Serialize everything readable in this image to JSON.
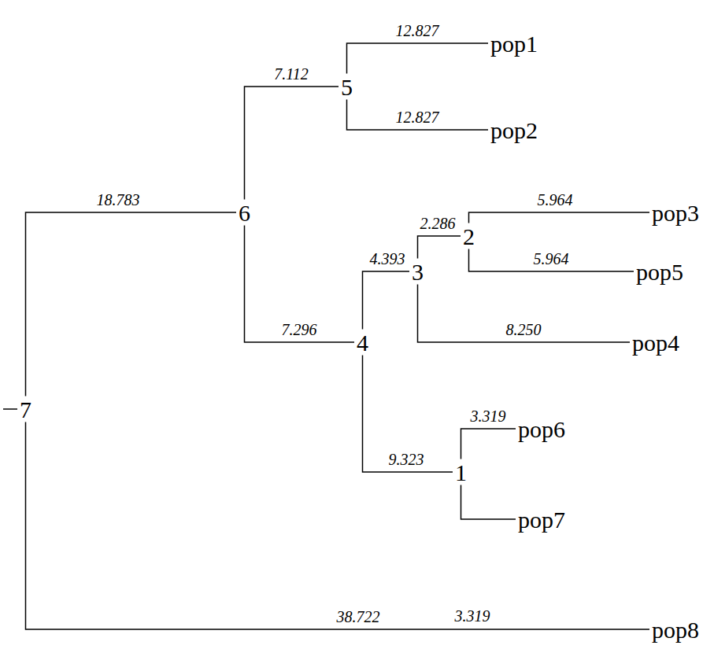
{
  "diagram": {
    "nodes": [
      {
        "text": [
          "pop1"
        ]
      },
      {
        "text": [
          "5"
        ]
      },
      {
        "text": [
          "pop2"
        ]
      },
      {
        "text": [
          "6"
        ]
      },
      {
        "text": [
          "pop3"
        ]
      },
      {
        "text": [
          "2"
        ]
      },
      {
        "text": [
          "3"
        ]
      },
      {
        "text": [
          "pop5"
        ]
      },
      {
        "text": [
          "4"
        ]
      },
      {
        "text": [
          "pop4"
        ]
      },
      {
        "text": [
          "7"
        ]
      },
      {
        "text": [
          "pop6"
        ]
      },
      {
        "text": [
          "1"
        ]
      },
      {
        "text": [
          "pop7"
        ]
      },
      {
        "text": [
          "pop8"
        ]
      }
    ],
    "edges": [
      {
        "from": 10,
        "to": 3,
        "label": "18.783",
        "arrow": "none"
      },
      {
        "from": 10,
        "to": 14,
        "label": "38.722",
        "arrow": "none"
      },
      {
        "from": 3,
        "to": 1,
        "label": "7.112",
        "arrow": "none"
      },
      {
        "from": 3,
        "to": 8,
        "label": "7.296",
        "arrow": "none"
      },
      {
        "from": 1,
        "to": 0,
        "label": "12.827",
        "arrow": "none"
      },
      {
        "from": 1,
        "to": 2,
        "label": "12.827",
        "arrow": "none"
      },
      {
        "from": 8,
        "to": 6,
        "label": "4.393",
        "arrow": "none"
      },
      {
        "from": 8,
        "to": 12,
        "label": "9.323",
        "arrow": "none"
      },
      {
        "from": 6,
        "to": 5,
        "label": "2.286",
        "arrow": "none"
      },
      {
        "from": 6,
        "to": 9,
        "label": "8.250",
        "arrow": "none"
      },
      {
        "from": 5,
        "to": 4,
        "label": "5.964",
        "arrow": "none"
      },
      {
        "from": 5,
        "to": 7,
        "label": "5.964",
        "arrow": "none"
      },
      {
        "from": 12,
        "to": 11,
        "label": "3.319",
        "arrow": "none"
      },
      {
        "from": 12,
        "to": 13,
        "arrow": "none"
      }
    ],
    "labels": [
      "3.319"
    ]
  }
}
